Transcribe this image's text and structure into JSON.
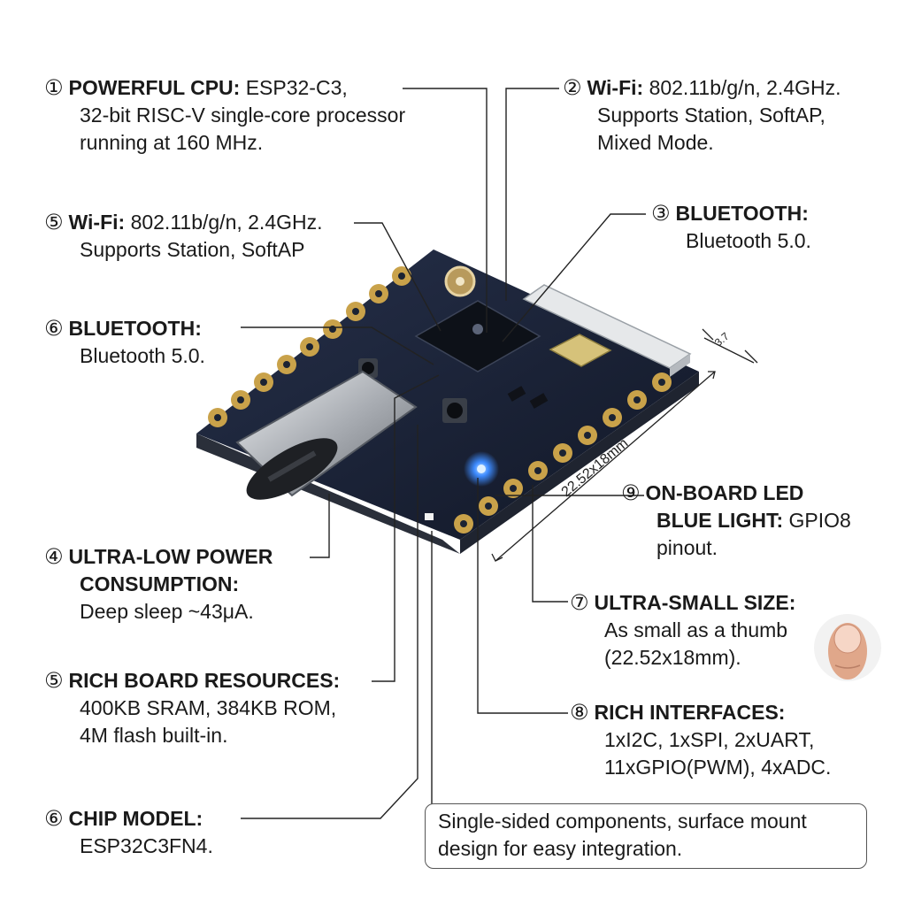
{
  "callouts": [
    {
      "id": "c1",
      "num": "①",
      "head": "POWERFUL CPU:",
      "lines": [
        "ESP32-C3,",
        "32-bit RISC-V single-core processor",
        "running at 160 MHz."
      ]
    },
    {
      "id": "c2",
      "num": "②",
      "head": "Wi-Fi:",
      "lines": [
        "802.11b/g/n, 2.4GHz.",
        "Supports Station, SoftAP,",
        "Mixed Mode."
      ]
    },
    {
      "id": "c3",
      "num": "③",
      "head": "BLUETOOTH:",
      "lines": [
        "",
        "Bluetooth 5.0."
      ]
    },
    {
      "id": "c5a",
      "num": "⑤",
      "head": "Wi-Fi:",
      "lines": [
        "802.11b/g/n, 2.4GHz.",
        "Supports Station, SoftAP"
      ]
    },
    {
      "id": "c6a",
      "num": "⑥",
      "head": "BLUETOOTH:",
      "lines": [
        "",
        "Bluetooth 5.0."
      ]
    },
    {
      "id": "c9",
      "num": "⑨",
      "head": "ON-BOARD LED",
      "head2": "BLUE LIGHT:",
      "lines": [
        "GPIO8",
        "pinout."
      ]
    },
    {
      "id": "c4",
      "num": "④",
      "head": "ULTRA-LOW POWER",
      "head2": "CONSUMPTION:",
      "lines": [
        "",
        "Deep sleep ~43μA."
      ]
    },
    {
      "id": "c7",
      "num": "⑦",
      "head": "ULTRA-SMALL SIZE:",
      "lines": [
        "",
        "As small as a thumb",
        "(22.52x18mm)."
      ]
    },
    {
      "id": "c5b",
      "num": "⑤",
      "head": "RICH BOARD RESOURCES:",
      "lines": [
        "",
        "400KB SRAM, 384KB ROM,",
        "4M flash built-in."
      ]
    },
    {
      "id": "c8",
      "num": "⑧",
      "head": "RICH INTERFACES:",
      "lines": [
        "",
        "1xI2C, 1xSPI, 2xUART,",
        "11xGPIO(PWM), 4xADC."
      ]
    },
    {
      "id": "c6b",
      "num": "⑥",
      "head": "CHIP MODEL:",
      "lines": [
        "",
        "ESP32C3FN4."
      ]
    }
  ],
  "note": {
    "text": "Single-sided components, surface mount design for easy integration."
  },
  "dimensions": {
    "length": "22.52x18mm",
    "thickness": "3.7"
  },
  "colors": {
    "pcb": "#1b2333",
    "pad": "#c9a24a",
    "led": "#2f7bff"
  }
}
